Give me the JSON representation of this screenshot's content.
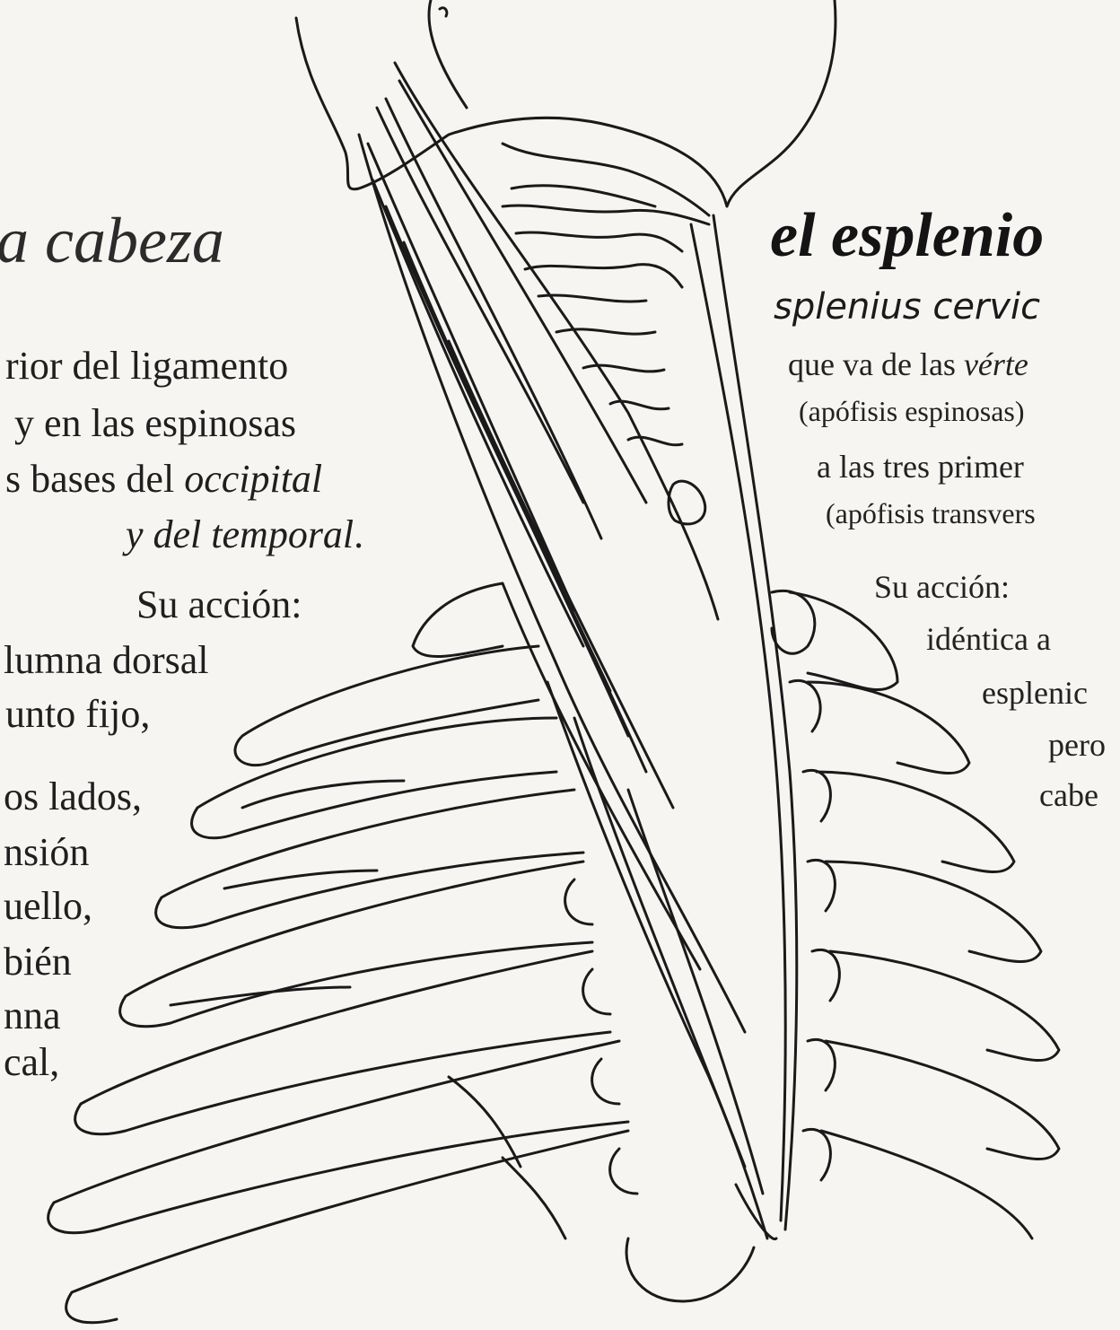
{
  "left": {
    "title": "a cabeza",
    "lines": [
      {
        "plain": "rior del ligamento",
        "italic": ""
      },
      {
        "plain": " y en las espinosas",
        "italic": ""
      },
      {
        "plain": "s bases del ",
        "italic": "occipital"
      },
      {
        "plain": "",
        "italic": "y del temporal",
        "suffix": "."
      },
      {
        "plain": "Su acción:",
        "italic": ""
      },
      {
        "plain": "lumna dorsal",
        "italic": ""
      },
      {
        "plain": "unto fijo,",
        "italic": ""
      },
      {
        "plain": "os lados,",
        "italic": ""
      },
      {
        "plain": "nsión",
        "italic": ""
      },
      {
        "plain": "uello,",
        "italic": ""
      },
      {
        "plain": "bién",
        "italic": ""
      },
      {
        "plain": "nna",
        "italic": ""
      },
      {
        "plain": "cal,",
        "italic": ""
      }
    ]
  },
  "right": {
    "title": "el esplenio",
    "subtitle": "splenius cervic",
    "lines": [
      {
        "plain": "que va de las ",
        "italic": "vérte"
      },
      {
        "plain": "(apófisis espinosas)",
        "italic": ""
      },
      {
        "plain": "a las tres primer",
        "italic": ""
      },
      {
        "plain": "(apófisis transvers",
        "italic": ""
      },
      {
        "plain": "Su acción:",
        "italic": ""
      },
      {
        "plain": "idéntica a",
        "italic": ""
      },
      {
        "plain": "esplenic",
        "italic": ""
      },
      {
        "plain": "pero",
        "italic": ""
      },
      {
        "plain": "cabe",
        "italic": ""
      }
    ]
  }
}
